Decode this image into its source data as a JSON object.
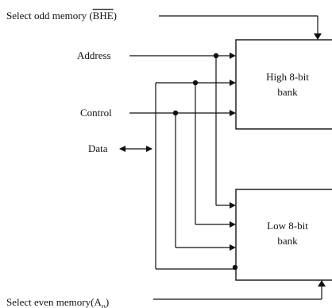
{
  "labels": {
    "select_odd_prefix": "Select odd memory (",
    "select_odd_signal": "BHE",
    "select_odd_suffix": ")",
    "address": "Address",
    "control": "Control",
    "data": "Data",
    "select_even_prefix": "Select even memory(A",
    "select_even_sub": "0",
    "select_even_suffix": ")"
  },
  "banks": {
    "high": {
      "line1": "High 8-bit",
      "line2": "bank"
    },
    "low": {
      "line1": "Low 8-bit",
      "line2": "bank"
    }
  }
}
